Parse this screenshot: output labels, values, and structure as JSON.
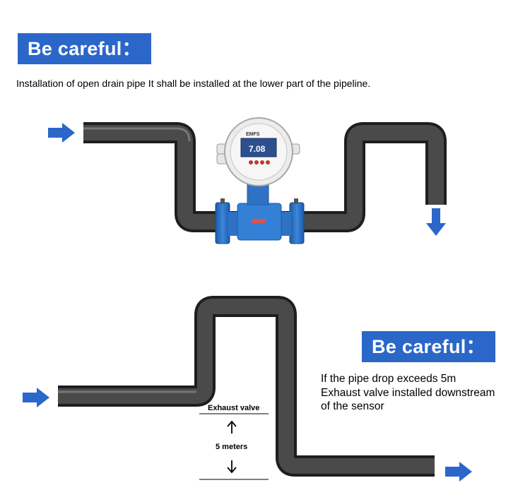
{
  "top": {
    "banner": "Be careful：",
    "caption": "Installation of open drain pipe  It shall be installed at the lower part of the pipeline."
  },
  "meter": {
    "brand": "EMFS",
    "reading": "7.08"
  },
  "bottom": {
    "banner": "Be careful：",
    "note_lines": [
      "If the pipe drop exceeds 5m",
      "Exhaust valve installed downstream",
      "of the sensor"
    ],
    "valve_label": "Exhaust valve",
    "distance_label": "5 meters"
  },
  "colors": {
    "accent": "#2b67c9",
    "pipe": "#3d3d3d",
    "meter_body": "#2f72c4"
  },
  "icons": [
    "arrow-right-icon",
    "arrow-down-icon",
    "arrow-up-icon"
  ]
}
